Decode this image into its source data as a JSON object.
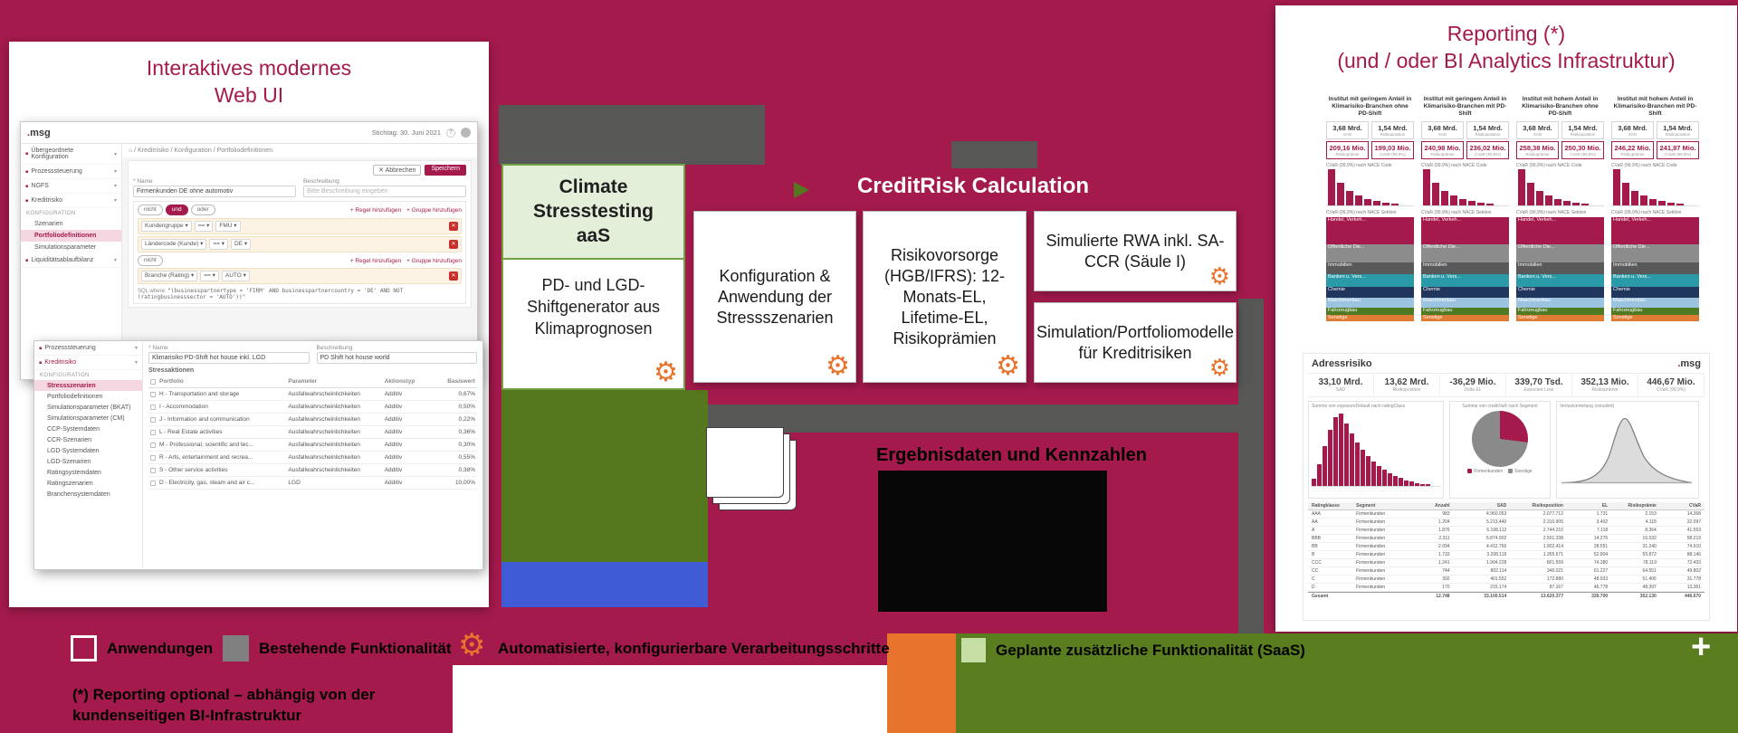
{
  "colors": {
    "background": "#a41a4d",
    "accent": "#a41a4d",
    "connector_gray": "#575756",
    "dark_green": "#55771d",
    "climate_border_green": "#6fa343",
    "climate_header_green": "#e3efd8",
    "legend_light_green": "#c5dfa5",
    "gear_orange": "#e8732d",
    "blue": "#3f5bd6"
  },
  "left_panel": {
    "title_line1": "Interaktives modernes",
    "title_line2": "Web UI",
    "shot_a": {
      "logo_text": "msg",
      "date_label": "Stichtag: 30. Juni 2021",
      "help_icon": "?",
      "nav_items": [
        "Übergeordnete Konfiguration",
        "Prozesssteuerung",
        "NGFS",
        "Kreditrisiko"
      ],
      "nav_section": "Konfiguration",
      "nav_sub_items": [
        "Szenarien",
        "Portfoliodefinitionen",
        "Simulationsparameter"
      ],
      "nav_selected": "Portfoliodefinitionen",
      "nav_last": "Liquiditätsablaufbilanz",
      "breadcrumb": "⌂ / Kreditrisiko / Konfiguration / Portfoliodefinitionen",
      "cancel_button": "✕ Abbrechen",
      "save_button": "Speichern",
      "name_label": "* Name",
      "name_value": "Firmenkunden DE ohne automotiv",
      "desc_label": "Beschreibung",
      "desc_placeholder": "Bitte Beschreibung eingeben",
      "pills": [
        "nicht",
        "und",
        "oder"
      ],
      "active_pill": "und",
      "not_pill": "nicht",
      "add_rule": "+ Regel hinzufügen",
      "add_group": "+ Gruppe hinzufügen",
      "rules": [
        {
          "field": "Kundengruppe",
          "op": "==",
          "value": "FMU"
        },
        {
          "field": "Ländercode (Kunde)",
          "op": "==",
          "value": "DE"
        },
        {
          "field": "Branche (Rating)",
          "op": "==",
          "value": "AUTO"
        }
      ],
      "sql_label": "SQL where:",
      "sql_text": "\"(businesspartnertype = 'FIRM' AND businesspartnercountry = 'DE' AND NOT (ratingbusinesssector = 'AUTO'))\""
    },
    "shot_b": {
      "nav_items": [
        "Prozesssteuerung",
        "Kreditrisiko"
      ],
      "nav_section": "Konfiguration",
      "nav_sub_items": [
        "Stressszenarien",
        "Portfoliodefinitionen",
        "Simulationsparameter (BKAT)",
        "Simulationsparameter (CM)",
        "CCP-Systemdaten",
        "CCR-Szenarien",
        "LGD-Systemdaten",
        "LGD-Szenarien",
        "Ratingsystemdaten",
        "Ratingszenarien",
        "Branchensystemdaten"
      ],
      "nav_selected": "Stressszenarien",
      "name_label": "* Name",
      "name_value": "Klimarisiko PD-Shift hot house inkl. LGD",
      "desc_label": "Beschreibung",
      "desc_value": "PD Shift hot house world",
      "section_label": "Stressaktionen",
      "table": {
        "columns": [
          "Portfolio",
          "Parameter",
          "Aktionstyp",
          "Basiswert"
        ],
        "rows": [
          [
            "H - Transportation and storage",
            "Ausfallwahrscheinlichkeiten",
            "Additiv",
            "0,67%"
          ],
          [
            "I - Accommodation",
            "Ausfallwahrscheinlichkeiten",
            "Additiv",
            "0,50%"
          ],
          [
            "J - Information and communication",
            "Ausfallwahrscheinlichkeiten",
            "Additiv",
            "0,22%"
          ],
          [
            "L - Real Estate activities",
            "Ausfallwahrscheinlichkeiten",
            "Additiv",
            "0,36%"
          ],
          [
            "M - Professional, scientific and tec...",
            "Ausfallwahrscheinlichkeiten",
            "Additiv",
            "0,30%"
          ],
          [
            "R - Arts, entertainment and recrea...",
            "Ausfallwahrscheinlichkeiten",
            "Additiv",
            "0,55%"
          ],
          [
            "S - Other service activities",
            "Ausfallwahrscheinlichkeiten",
            "Additiv",
            "0,38%"
          ],
          [
            "D - Electricity, gas, steam and air c...",
            "LGD",
            "Additiv",
            "10,00%"
          ]
        ]
      }
    }
  },
  "climate_box": {
    "title_lines": [
      "Climate",
      "Stresstesting",
      "aaS"
    ],
    "body": "PD- und LGD-Shiftgenerator aus Klimaprognosen"
  },
  "creditrisk": {
    "title": "CreditRisk Calculation",
    "boxes": [
      {
        "text": "Konfiguration & Anwendung der Stressszenarien"
      },
      {
        "text": "Risikovorsorge (HGB/IFRS): 12-Monats-EL, Lifetime-EL, Risikoprämien"
      },
      {
        "text": "Simulierte RWA inkl. SA-CCR (Säule I)"
      },
      {
        "text": "Simulation/Portfoliomodelle für Kreditrisiken"
      }
    ]
  },
  "flow": {
    "documents_label": "Ergebnisdaten und Kennzahlen"
  },
  "reporting": {
    "title_line1": "Reporting (*)",
    "title_line2": "(und / oder BI Analytics Infrastruktur)",
    "dashboard_a": {
      "bar_chart_title": "CVaR (99,9%) nach NACE Code",
      "bar_values": [
        100,
        62,
        40,
        27,
        18,
        12,
        8,
        5
      ],
      "stack_chart_title": "CVaR (99,9%) nach NACE Sektion",
      "stack_segments": [
        {
          "label": "Handel, Verkeh...",
          "color": "#a41a4d",
          "h": 30
        },
        {
          "label": "Öffentliche Die...",
          "color": "#8c8c8c",
          "h": 20
        },
        {
          "label": "Immobilien",
          "color": "#595959",
          "h": 13
        },
        {
          "label": "Banken u. Vers...",
          "color": "#2a9aa8",
          "h": 14
        },
        {
          "label": "Chemie",
          "color": "#20365c",
          "h": 12
        },
        {
          "label": "Maschinenbau",
          "color": "#9cc3e0",
          "h": 11
        },
        {
          "label": "Fahrzeugbau",
          "color": "#4e7a24",
          "h": 8
        },
        {
          "label": "Sonstige",
          "color": "#e07b33",
          "h": 7
        }
      ],
      "groups": [
        {
          "header": "Institut mit geringem Anteil in Klimarisiko-Branchen ohne PD-Shift",
          "kpis": [
            {
              "value": "3,68 Mrd.",
              "label": "SAD"
            },
            {
              "value": "1,54 Mrd.",
              "label": "Risikoposition"
            }
          ],
          "kpis_accent": [
            {
              "value": "209,16 Mio.",
              "label": "Risikoprämie"
            },
            {
              "value": "199,03 Mio.",
              "label": "CVaR (99,9%)"
            }
          ]
        },
        {
          "header": "Institut mit geringem Anteil in Klimarisiko-Branchen mit PD-Shift",
          "kpis": [
            {
              "value": "3,68 Mrd.",
              "label": "SAD"
            },
            {
              "value": "1,54 Mrd.",
              "label": "Risikoposition"
            }
          ],
          "kpis_accent": [
            {
              "value": "240,98 Mio.",
              "label": "Risikoprämie"
            },
            {
              "value": "236,02 Mio.",
              "label": "CVaR (99,9%)"
            }
          ]
        },
        {
          "header": "Institut mit hohem Anteil in Klimarisiko-Branchen ohne PD-Shift",
          "kpis": [
            {
              "value": "3,68 Mrd.",
              "label": "SAD"
            },
            {
              "value": "1,54 Mrd.",
              "label": "Risikoposition"
            }
          ],
          "kpis_accent": [
            {
              "value": "258,38 Mio.",
              "label": "Risikoprämie"
            },
            {
              "value": "250,30 Mio.",
              "label": "CVaR (99,9%)"
            }
          ]
        },
        {
          "header": "Institut mit hohem Anteil in Klimarisiko-Branchen mit PD-Shift",
          "kpis": [
            {
              "value": "3,68 Mrd.",
              "label": "SAD"
            },
            {
              "value": "1,54 Mrd.",
              "label": "Risikoposition"
            }
          ],
          "kpis_accent": [
            {
              "value": "246,22 Mio.",
              "label": "Risikoprämie"
            },
            {
              "value": "241,87 Mio.",
              "label": "CVaR (99,9%)"
            }
          ]
        }
      ]
    },
    "dashboard_b": {
      "title": "Adressrisiko",
      "logo_text": "msg",
      "kpis": [
        {
          "value": "33,10 Mrd.",
          "label": "SAD"
        },
        {
          "value": "13,62 Mrd.",
          "label": "Risikoposition"
        },
        {
          "value": "-36,29 Mio.",
          "label": "Delta EL"
        },
        {
          "value": "339,70 Tsd.",
          "label": "Expected Loss"
        },
        {
          "value": "352,13 Mio.",
          "label": "Risikoprämie"
        },
        {
          "value": "446,67 Mio.",
          "label": "CVaR (99,9%)"
        }
      ],
      "hist_title": "Summe von exposureDefault nach ratingClass",
      "hist_values": [
        10,
        30,
        55,
        78,
        95,
        100,
        86,
        72,
        60,
        50,
        41,
        34,
        28,
        22,
        18,
        14,
        11,
        8,
        6,
        4,
        3,
        2
      ],
      "pie_title": "Summe von creditVaR nach Segment",
      "pie_accent_pct": 27,
      "pie_legend": [
        "Firmenkunden",
        "Sonstige"
      ],
      "curve_title": "Verlustverteilung (simuliert)",
      "table": {
        "columns": [
          "Ratingklasse",
          "Segment",
          "Anzahl",
          "SAD",
          "Risikoposition",
          "EL",
          "Risikoprämie",
          "CVaR"
        ],
        "rows": [
          [
            "AAA",
            "Firmenkunden",
            "983",
            "4.960.053",
            "2.077.712",
            "1.731",
            "2.153",
            "14.368"
          ],
          [
            "AA",
            "Firmenkunden",
            "1.204",
            "5.213.440",
            "2.310.905",
            "3.402",
            "4.118",
            "22.097"
          ],
          [
            "A",
            "Firmenkunden",
            "1.876",
            "6.108.112",
            "2.744.210",
            "7.118",
            "8.364",
            "41.553"
          ],
          [
            "BBB",
            "Firmenkunden",
            "2.311",
            "5.874.902",
            "2.501.338",
            "14.276",
            "16.032",
            "58.219"
          ],
          [
            "BB",
            "Firmenkunden",
            "2.094",
            "4.412.760",
            "1.902.414",
            "28.551",
            "31.240",
            "74.910"
          ],
          [
            "B",
            "Firmenkunden",
            "1.733",
            "3.208.119",
            "1.355.671",
            "52.904",
            "55.872",
            "88.146"
          ],
          [
            "CCC",
            "Firmenkunden",
            "1.241",
            "1.904.228",
            "801.559",
            "74.380",
            "78.119",
            "72.433"
          ],
          [
            "CC",
            "Firmenkunden",
            "744",
            "802.114",
            "346.021",
            "61.227",
            "64.551",
            "49.802"
          ],
          [
            "C",
            "Firmenkunden",
            "392",
            "401.552",
            "172.880",
            "48.933",
            "51.406",
            "31.778"
          ],
          [
            "D",
            "Firmenkunden",
            "170",
            "215.174",
            "87.167",
            "46.778",
            "48.397",
            "13.361"
          ]
        ],
        "total_row": [
          "Gesamt",
          "",
          "12.748",
          "33.100.514",
          "13.620.377",
          "339.700",
          "352.130",
          "446.670"
        ]
      }
    }
  },
  "legend": {
    "items": [
      {
        "label": "Anwendungen"
      },
      {
        "label": "Bestehende Funktionalität"
      },
      {
        "label": "Automatisierte, konfigurierbare Verarbeitungsschritte"
      },
      {
        "label": "Geplante zusätzliche Funktionalität (SaaS)"
      }
    ],
    "footnote_line1": "(*) Reporting optional – abhängig von der",
    "footnote_line2": "kundenseitigen BI-Infrastruktur",
    "plus_icon": "+"
  }
}
